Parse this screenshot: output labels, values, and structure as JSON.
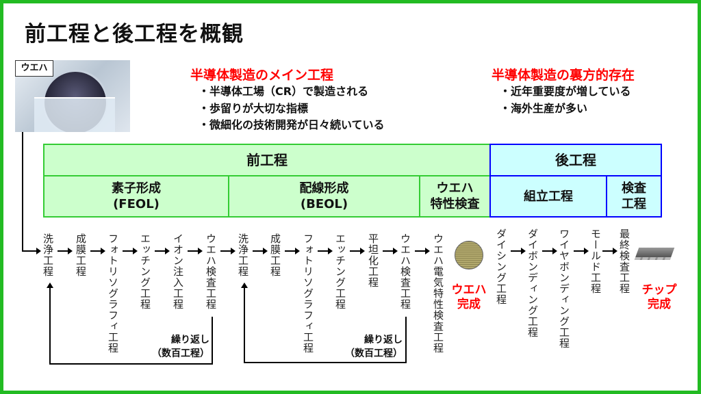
{
  "title": "前工程と後工程を概観",
  "wafer_label": "ウエハ",
  "main": {
    "heading": "半導体製造のメイン工程",
    "bullets": [
      "・半導体工場（CR）で製造される",
      "・歩留りが大切な指標",
      "・微細化の技術開発が日々続いている"
    ]
  },
  "support": {
    "heading": "半導体製造の裏方的存在",
    "bullets": [
      "・近年重要度が増している",
      "・海外生産が多い"
    ]
  },
  "table": {
    "front": "前工程",
    "back": "後工程",
    "feol": "素子形成\n(FEOL)",
    "beol": "配線形成\n(BEOL)",
    "wafer_test": "ウエハ\n特性検査",
    "assembly": "組立工程",
    "final_test": "検査\n工程"
  },
  "steps": [
    "洗浄工程",
    "成膜工程",
    "フォトリソグラフィ工程",
    "エッチング工程",
    "イオン注入工程",
    "ウエハ検査工程",
    "洗浄工程",
    "成膜工程",
    "フォトリソグラフィ工程",
    "エッチング工程",
    "平坦化工程",
    "ウエハ検査工程",
    "ウエハ電気特性検査工程",
    "ダイシング工程",
    "ダイボンディング工程",
    "ワイヤボンディング工程",
    "モールド工程",
    "最終検査工程"
  ],
  "repeat_label": "繰り返し\n（数百工程）",
  "wafer_done": "ウエハ\n完成",
  "chip_done": "チップ\n完成",
  "colors": {
    "accent_red": "#ff0000",
    "front_fill": "#ccffcc",
    "back_fill": "#ccffff",
    "frame": "#22bb22"
  }
}
